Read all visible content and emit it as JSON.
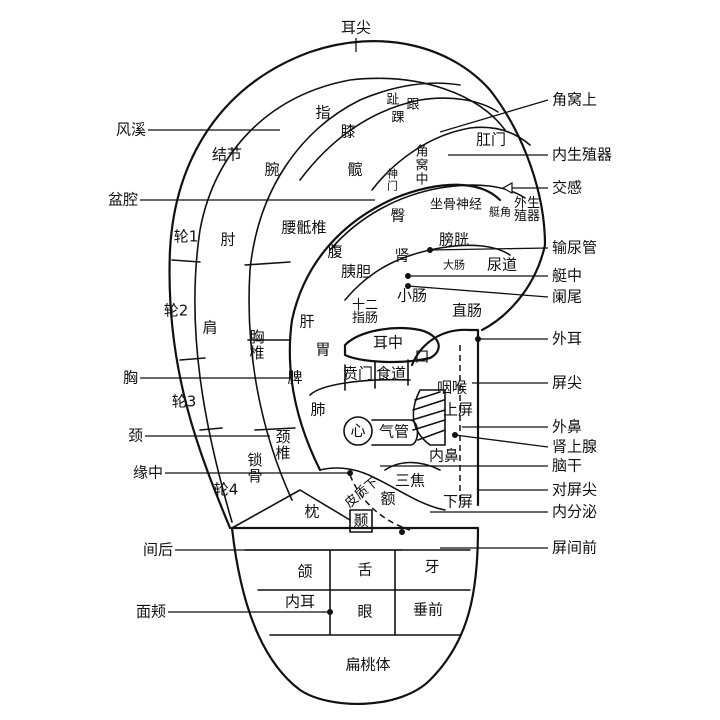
{
  "title": "耳尖",
  "left_labels": {
    "fengxi": "风溪",
    "penqiang": "盆腔",
    "xiong": "胸",
    "jing": "颈",
    "yuanzhong": "缘中",
    "jianhou": "间后",
    "mianjia": "面颊"
  },
  "right_labels": {
    "jiaowoshang": "角窝上",
    "neishengzhiqi": "内生殖器",
    "jiaogan": "交感",
    "shuniaoguan": "输尿管",
    "tingzhong": "艇中",
    "lanwei": "阑尾",
    "waier": "外耳",
    "pingjian": "屏尖",
    "waibi": "外鼻",
    "shenshangxian": "肾上腺",
    "naogan": "脑干",
    "duipingjian": "对屏尖",
    "neifenmi": "内分泌",
    "pingjianqian": "屏间前"
  },
  "regions": {
    "zhi": "指",
    "jiejie": "结节",
    "wan": "腕",
    "lun1": "轮1",
    "zhou": "肘",
    "lun2": "轮2",
    "jian": "肩",
    "xiongzhui": "胸椎",
    "lun3": "轮3",
    "jingzhui": "颈椎",
    "suogu": "锁骨",
    "lun4": "轮4",
    "zhen": "枕",
    "zhi_toe": "趾",
    "gen": "跟",
    "huai": "踝",
    "xi": "膝",
    "kuan": "髋",
    "jiaowozhong": "角窝中",
    "shenmen": "神门",
    "gangmen": "肛门",
    "tun": "臀",
    "zuogushenjing": "坐骨神经",
    "tingjiao": "艇角",
    "waishengzhiqi": "外生殖器",
    "yaodizhui": "腰骶椎",
    "fu": "腹",
    "shen": "肾",
    "pangguang": "膀胱",
    "yidan": "胰胆",
    "dachang": "大肠",
    "niaodao": "尿道",
    "gan": "肝",
    "shierzhichang": "十二指肠",
    "xiaochang": "小肠",
    "wei": "胃",
    "zhichang": "直肠",
    "erzhong": "耳中",
    "kou": "口",
    "pi": "脾",
    "benmen": "贲门",
    "shidao": "食道",
    "fei": "肺",
    "yanhou": "咽喉",
    "shangping": "上屏",
    "xin": "心",
    "qiguan": "气管",
    "neibi": "内鼻",
    "pizhixia": "皮质下",
    "sanjiao": "三焦",
    "e": "额",
    "nie": "颞",
    "xiaping": "下屏",
    "he": "颌",
    "she": "舌",
    "ya": "牙",
    "neier": "内耳",
    "yan": "眼",
    "chuiqian": "垂前",
    "biantaoti": "扁桃体"
  }
}
